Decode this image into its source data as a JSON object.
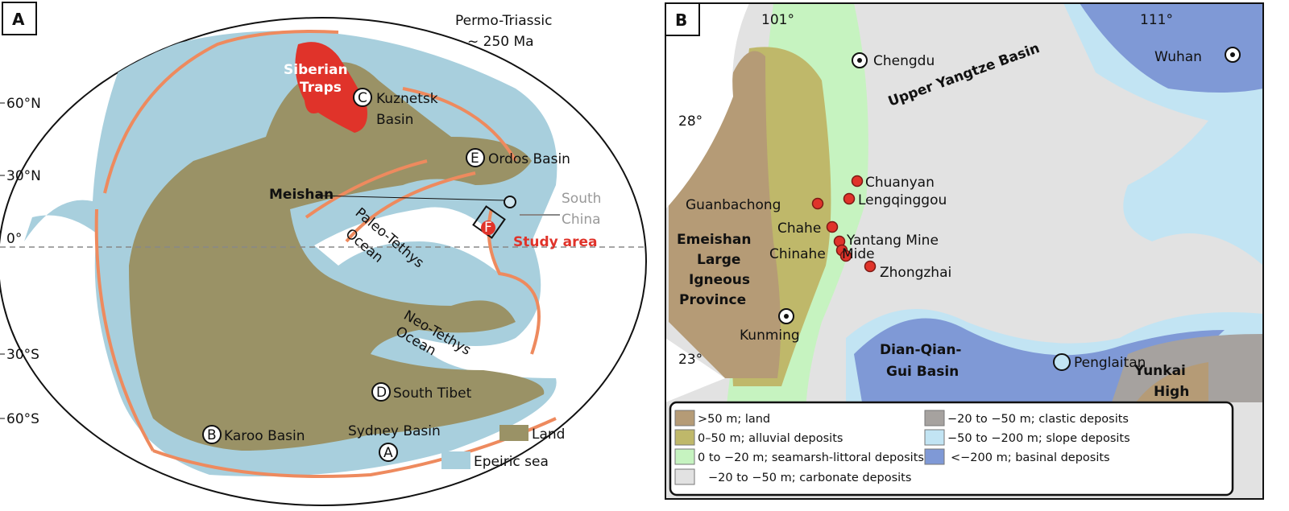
{
  "panel_a": {
    "label": "A",
    "title_line1": "Permo-Triassic",
    "title_line2": "~ 250 Ma",
    "latitudes": [
      "60°N",
      "30°N",
      "0°",
      "30°S",
      "60°S"
    ],
    "siberian_traps": [
      "Siberian",
      "Traps"
    ],
    "oceans": {
      "paleo_tethys": [
        "Paleo-Tethys",
        "Ocean"
      ],
      "neo_tethys": [
        "Neo-Tethys",
        "Ocean"
      ]
    },
    "sites": [
      {
        "marker": "A",
        "name": "Sydney Basin"
      },
      {
        "marker": "B",
        "name": "Karoo Basin"
      },
      {
        "marker": "C",
        "name": "Kuznetsk",
        "name2": "Basin"
      },
      {
        "marker": "D",
        "name": "South Tibet"
      },
      {
        "marker": "E",
        "name": "Ordos Basin"
      },
      {
        "marker": "F",
        "name": "Study area"
      }
    ],
    "meishan": "Meishan",
    "south_china": [
      "South",
      "China"
    ],
    "legend": [
      {
        "label": "Land",
        "color": "#9a9266"
      },
      {
        "label": "Epeiric sea",
        "color": "#a8cfdd"
      }
    ]
  },
  "panel_b": {
    "label": "B",
    "longitudes": [
      "101°",
      "111°"
    ],
    "latitudes": [
      "28°",
      "23°"
    ],
    "cities": [
      "Chengdu",
      "Wuhan",
      "Kunming"
    ],
    "regions": {
      "upper_yangtze": "Upper Yangtze Basin",
      "emeishan": [
        "Emeishan",
        "Large",
        "Igneous",
        "Province"
      ],
      "dian_qian_gui": [
        "Dian-Qian-",
        "Gui Basin"
      ],
      "yunkai": [
        "Yunkai",
        "High"
      ]
    },
    "sections": [
      "Chuanyan",
      "Guanbachong",
      "Lengqinggou",
      "Chahe",
      "Yantang Mine",
      "Chinahe",
      "Mide",
      "Zhongzhai",
      "Penglaitan"
    ],
    "legend": [
      {
        "label": ">50 m; land",
        "color": "#b59b76"
      },
      {
        "label": "0–50 m; alluvial deposits",
        "color": "#bfb86a"
      },
      {
        "label": "0 to −20 m; seamarsh-littoral deposits",
        "color": "#c6f3c0"
      },
      {
        "label": "−20 to −50 m; carbonate deposits",
        "color": "#e2e2e2"
      },
      {
        "label": "−20 to −50 m; clastic deposits",
        "color": "#a6a29f"
      },
      {
        "label": "−50 to −200 m; slope deposits",
        "color": "#c2e4f3"
      },
      {
        "label": "<−200 m; basinal deposits",
        "color": "#7f99d6"
      }
    ]
  }
}
